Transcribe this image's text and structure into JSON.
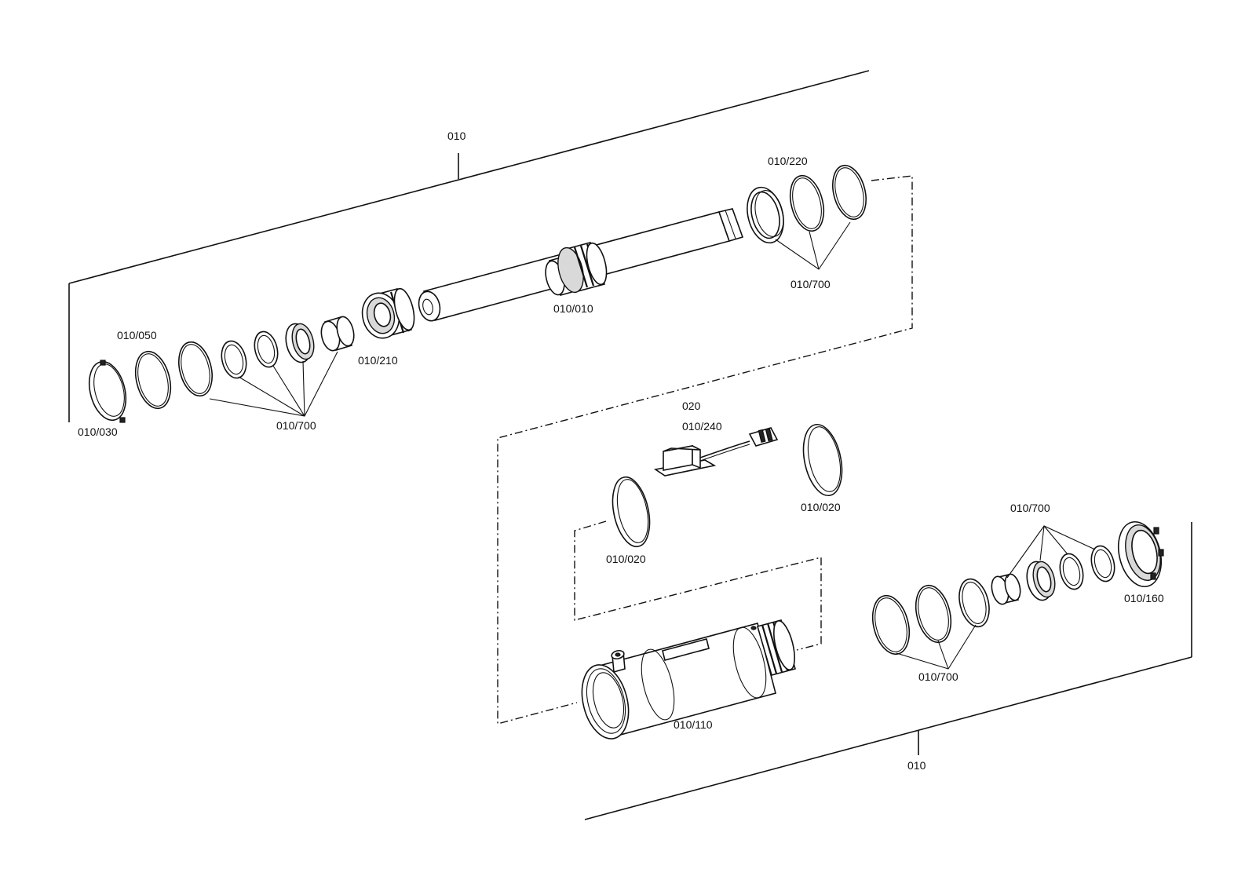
{
  "labels": {
    "top_assembly": "010",
    "bottom_assembly": "010",
    "seal_kit_top_right": "010/220",
    "seals_top_right": "010/700",
    "piston_rod": "010/010",
    "piston": "010/210",
    "seal_left": "010/050",
    "seals_left": "010/700",
    "wiper_ring": "010/030",
    "group": "020",
    "sensor": "010/240",
    "ring_right": "010/020",
    "ring_left": "010/020",
    "seals_bottom_upper": "010/700",
    "gland_nut": "010/160",
    "seals_bottom_lower": "010/700",
    "cylinder_tube": "010/110"
  }
}
